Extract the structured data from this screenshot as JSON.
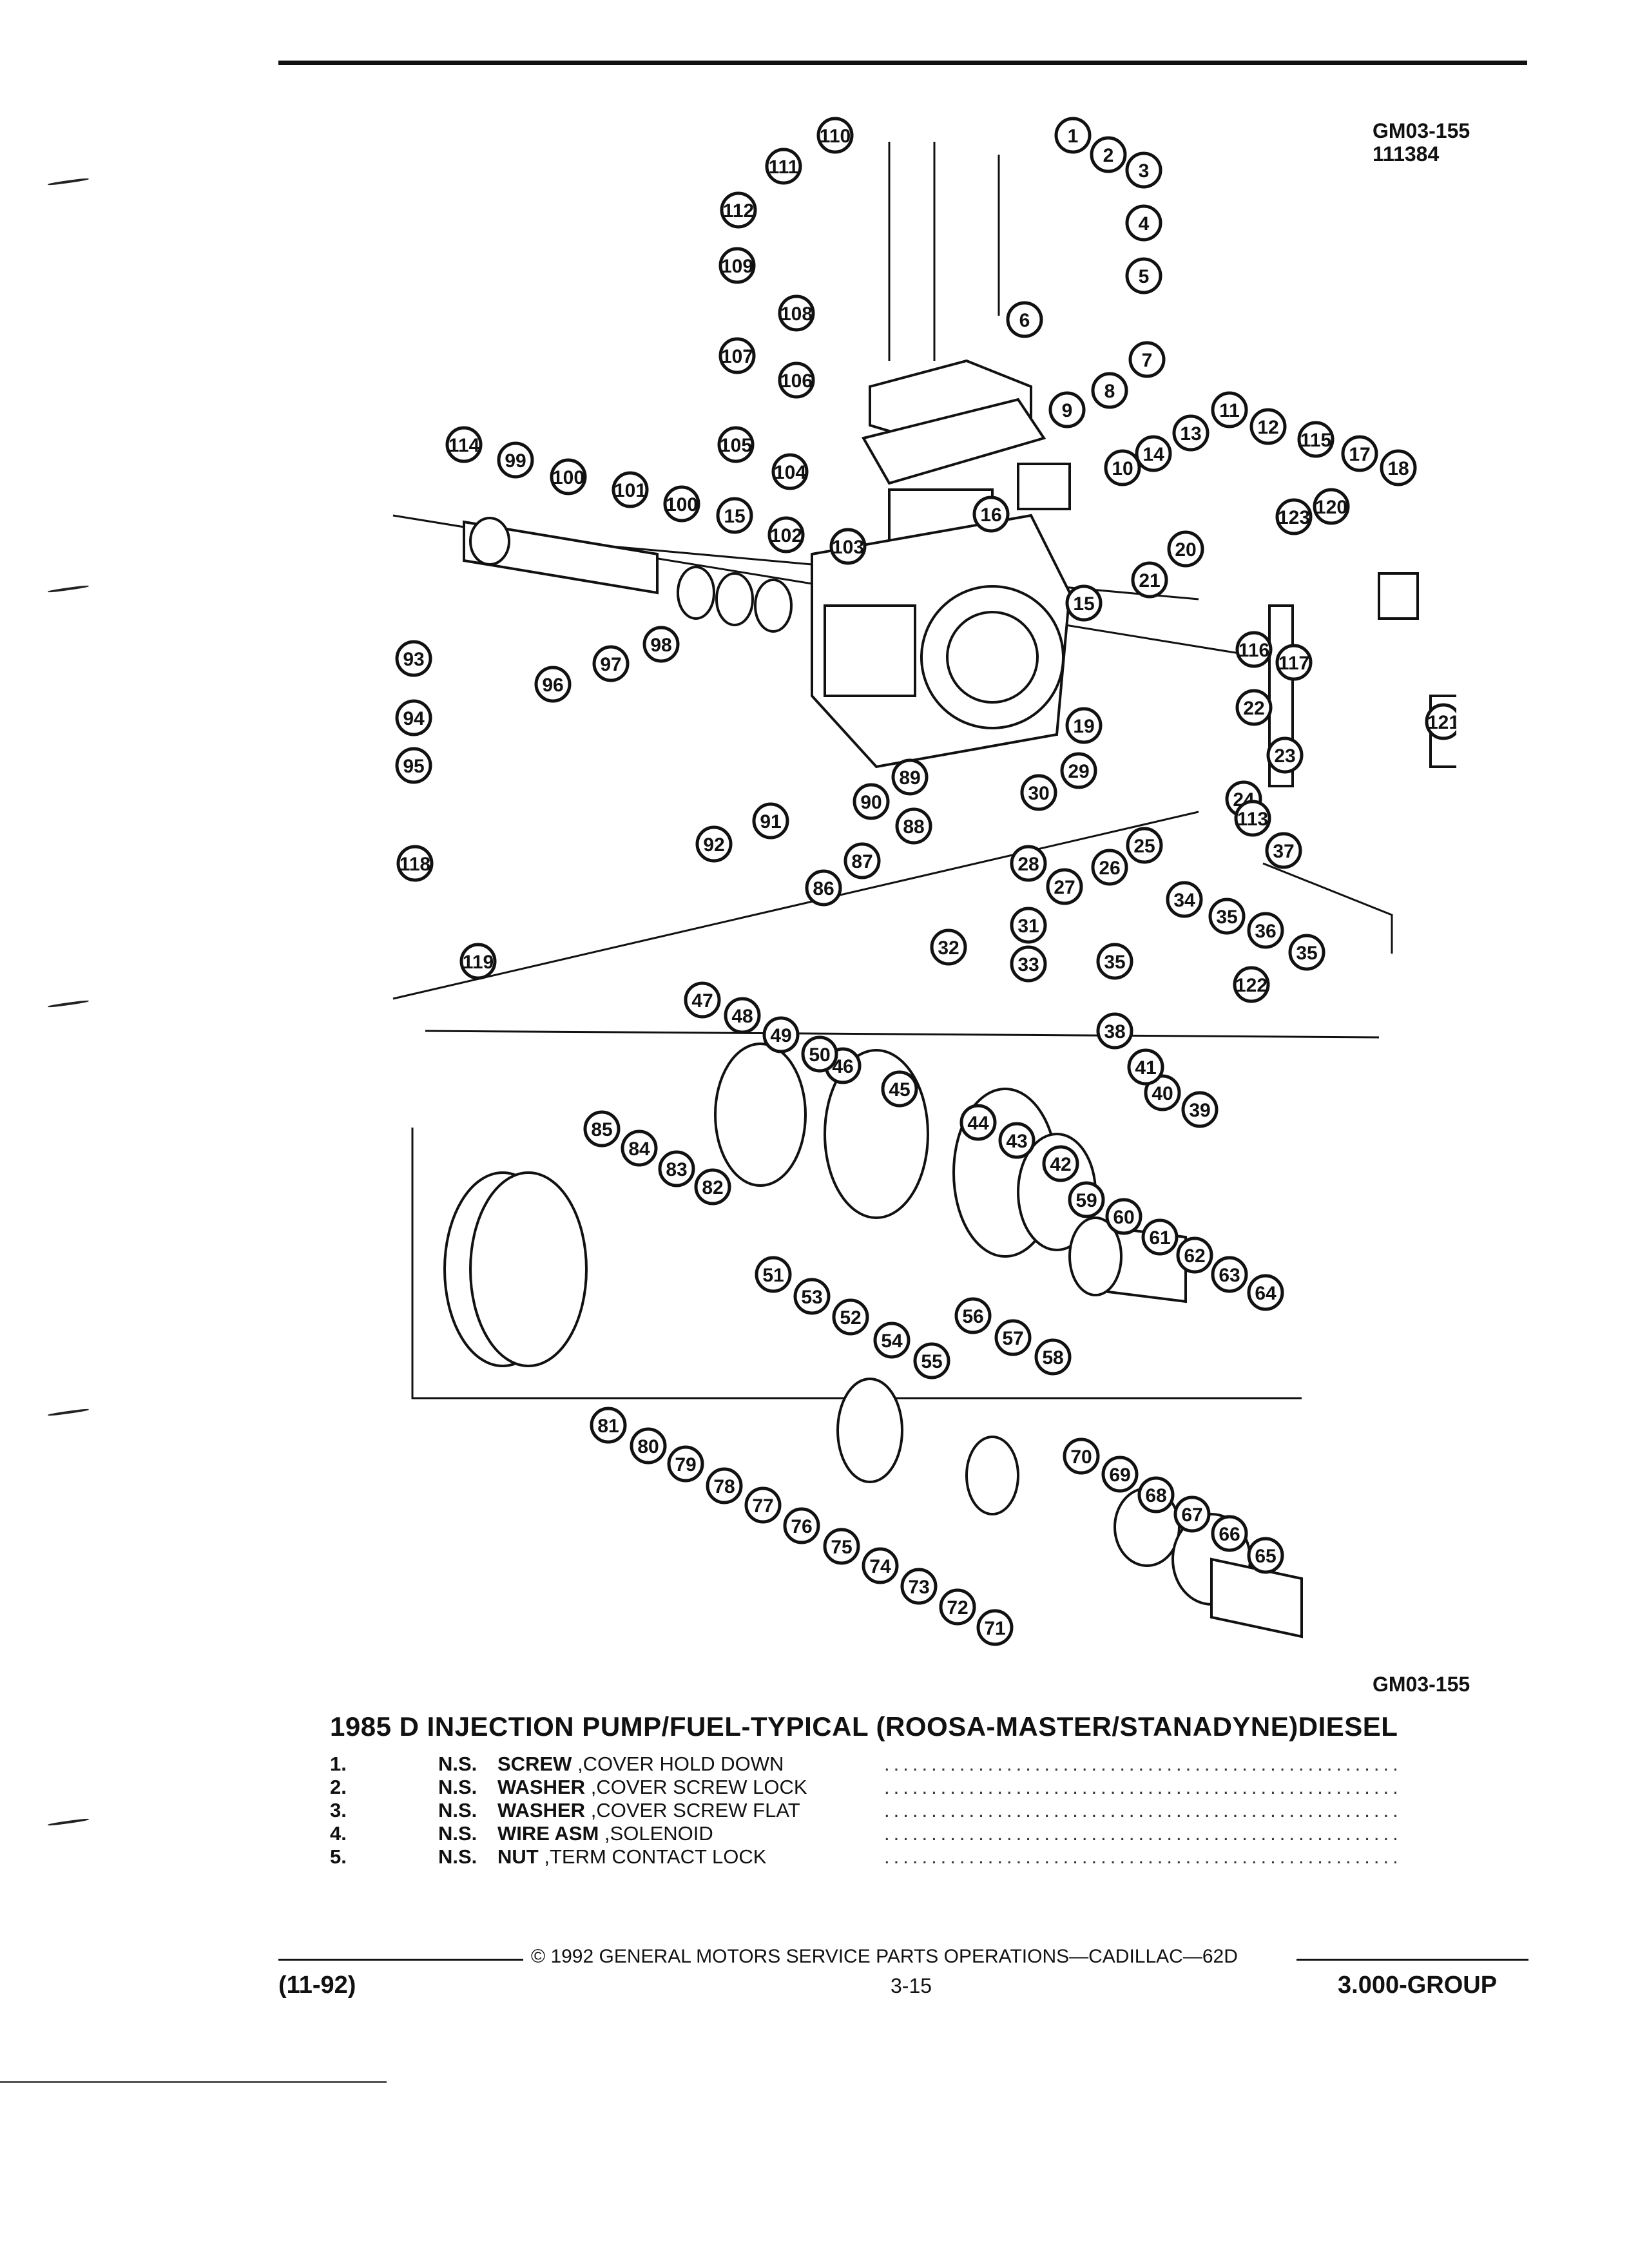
{
  "header": {
    "figure_code": "GM03-155",
    "date_code": "111384"
  },
  "figure": {
    "figure_code_bottom": "GM03-155",
    "callouts": [
      "1",
      "2",
      "3",
      "4",
      "5",
      "6",
      "7",
      "8",
      "9",
      "10",
      "11",
      "12",
      "13",
      "14",
      "15",
      "16",
      "17",
      "18",
      "19",
      "20",
      "21",
      "22",
      "23",
      "24",
      "25",
      "26",
      "27",
      "28",
      "29",
      "30",
      "31",
      "32",
      "33",
      "34",
      "35",
      "36",
      "37",
      "38",
      "39",
      "40",
      "41",
      "42",
      "43",
      "44",
      "45",
      "46",
      "47",
      "48",
      "49",
      "50",
      "51",
      "52",
      "53",
      "54",
      "55",
      "56",
      "57",
      "58",
      "59",
      "60",
      "61",
      "62",
      "63",
      "64",
      "65",
      "66",
      "67",
      "68",
      "69",
      "70",
      "71",
      "72",
      "73",
      "74",
      "75",
      "76",
      "77",
      "78",
      "79",
      "80",
      "81",
      "82",
      "83",
      "84",
      "85",
      "86",
      "87",
      "88",
      "89",
      "90",
      "91",
      "92",
      "93",
      "94",
      "95",
      "96",
      "97",
      "98",
      "99",
      "100",
      "101",
      "102",
      "103",
      "104",
      "105",
      "106",
      "107",
      "108",
      "109",
      "110",
      "111",
      "112",
      "113",
      "114",
      "115",
      "116",
      "117",
      "118",
      "119",
      "120",
      "121",
      "122",
      "123"
    ]
  },
  "section_title": "1985 D INJECTION PUMP/FUEL-TYPICAL (ROOSA-MASTER/STANADYNE)DIESEL",
  "parts": [
    {
      "num": "1.",
      "ns": "N.S.",
      "name": "SCREW",
      "detail": ",COVER HOLD DOWN"
    },
    {
      "num": "2.",
      "ns": "N.S.",
      "name": "WASHER",
      "detail": ",COVER SCREW LOCK"
    },
    {
      "num": "3.",
      "ns": "N.S.",
      "name": "WASHER",
      "detail": ",COVER SCREW FLAT"
    },
    {
      "num": "4.",
      "ns": "N.S.",
      "name": "WIRE ASM",
      "detail": ",SOLENOID"
    },
    {
      "num": "5.",
      "ns": "N.S.",
      "name": "NUT",
      "detail": ",TERM CONTACT LOCK"
    }
  ],
  "footer": {
    "copyright": "© 1992 GENERAL MOTORS SERVICE PARTS OPERATIONS—CADILLAC—62D",
    "revision": "(11-92)",
    "page_number": "3-15",
    "group": "3.000-GROUP"
  }
}
